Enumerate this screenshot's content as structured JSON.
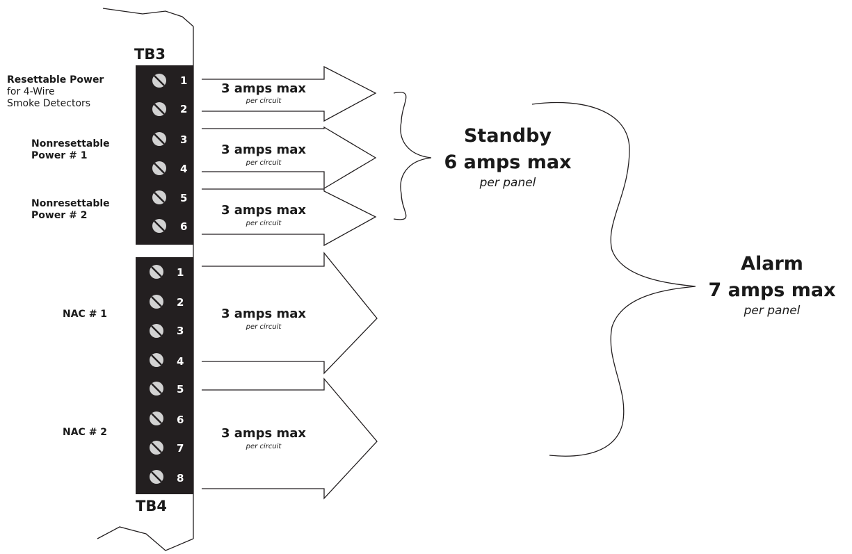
{
  "terminal_blocks": {
    "tb3": {
      "title": "TB3",
      "terminals": [
        "1",
        "2",
        "3",
        "4",
        "5",
        "6"
      ]
    },
    "tb4": {
      "title": "TB4",
      "terminals": [
        "1",
        "2",
        "3",
        "4",
        "5",
        "6",
        "7",
        "8"
      ]
    }
  },
  "labels": {
    "resettable_line1": "Resettable Power",
    "resettable_line2": "for 4-Wire",
    "resettable_line3": "Smoke Detectors",
    "nonres1_line1": "Nonresettable",
    "nonres1_line2": "Power # 1",
    "nonres2_line1": "Nonresettable",
    "nonres2_line2": "Power # 2",
    "nac1": "NAC # 1",
    "nac2": "NAC # 2"
  },
  "circuits": [
    {
      "amps": "3 amps max",
      "note": "per circuit"
    },
    {
      "amps": "3 amps max",
      "note": "per circuit"
    },
    {
      "amps": "3 amps max",
      "note": "per circuit"
    },
    {
      "amps": "3 amps max",
      "note": "per circuit"
    },
    {
      "amps": "3 amps max",
      "note": "per circuit"
    }
  ],
  "standby": {
    "title": "Standby",
    "amps": "6 amps max",
    "note": "per panel"
  },
  "alarm": {
    "title": "Alarm",
    "amps": "7 amps max",
    "note": "per panel"
  },
  "colors": {
    "block": "#231f20",
    "line": "#231f20",
    "screw": "#d2d2d2"
  }
}
